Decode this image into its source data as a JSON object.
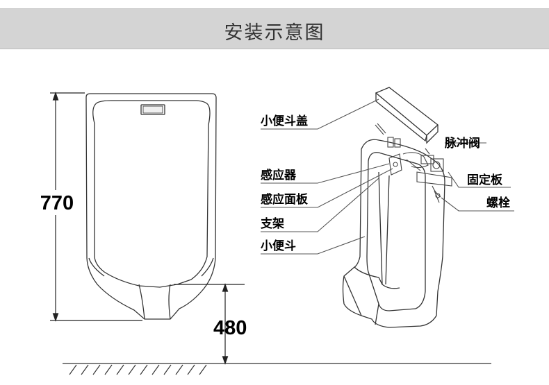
{
  "header": {
    "title": "安装示意图"
  },
  "dimensions": {
    "height": "770",
    "mount_height": "480"
  },
  "parts": {
    "cover": "小便斗盖",
    "pulse_valve": "脉冲阀",
    "sensor": "感应器",
    "fixing_plate": "固定板",
    "sensor_panel": "感应面板",
    "bolt": "螺栓",
    "bracket": "支架",
    "urinal": "小便斗"
  }
}
